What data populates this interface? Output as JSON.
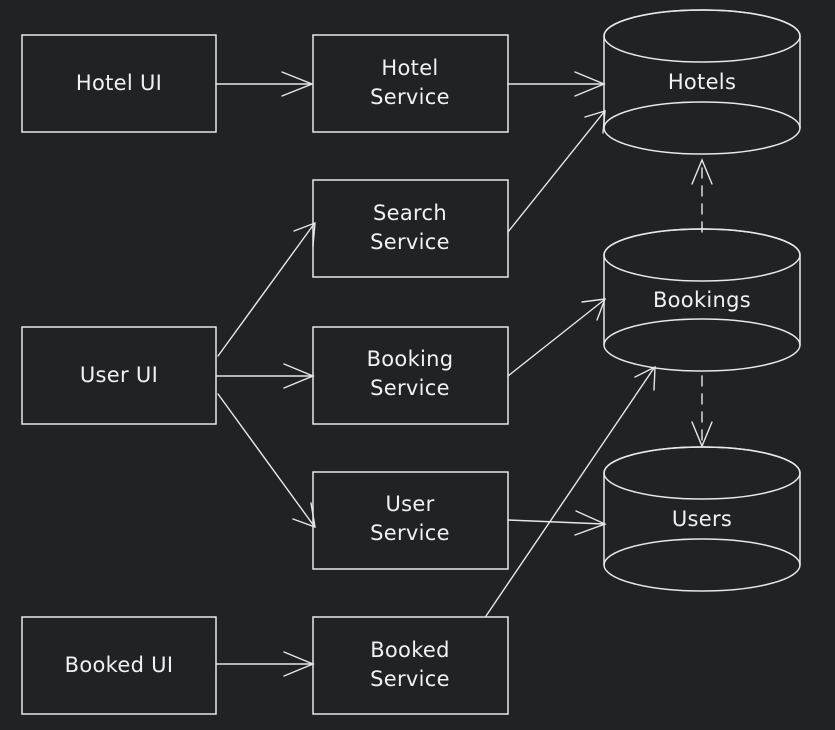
{
  "colors": {
    "background": "#202226",
    "ui_node": "#1f3f2c",
    "service_node": "#4c3024",
    "database_node": "#1f3555",
    "ui_hatch": "#2f6b46",
    "service_hatch": "#b5562a",
    "database_hatch": "#3c6aa8",
    "stroke": "#e8e8e8"
  },
  "nodes": {
    "hotel_ui": {
      "label": "Hotel UI"
    },
    "user_ui": {
      "label": "User UI"
    },
    "booked_ui": {
      "label": "Booked UI"
    },
    "hotel_service": {
      "line1": "Hotel",
      "line2": "Service"
    },
    "search_service": {
      "line1": "Search",
      "line2": "Service"
    },
    "booking_service": {
      "line1": "Booking",
      "line2": "Service"
    },
    "user_service": {
      "line1": "User",
      "line2": "Service"
    },
    "booked_service": {
      "line1": "Booked",
      "line2": "Service"
    },
    "hotels_db": {
      "label": "Hotels"
    },
    "bookings_db": {
      "label": "Bookings"
    },
    "users_db": {
      "label": "Users"
    }
  }
}
